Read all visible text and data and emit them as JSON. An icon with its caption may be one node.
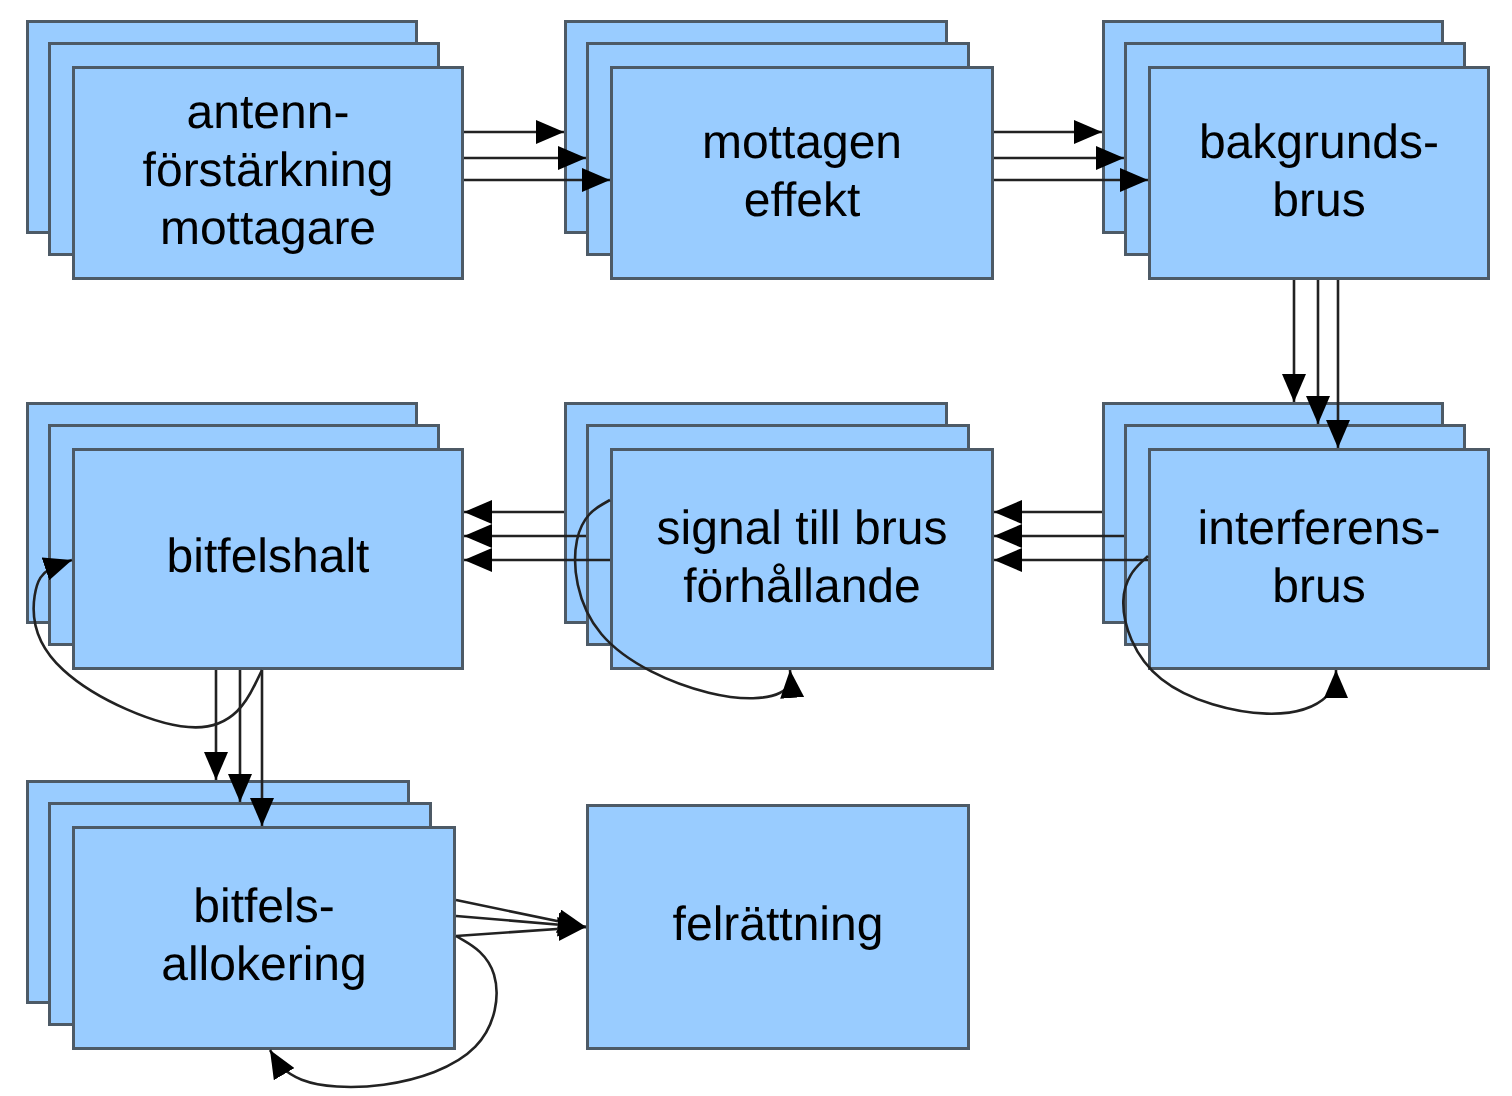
{
  "diagram": {
    "nodes": [
      {
        "text": [
          "antenn- förstärkning mottagare"
        ]
      },
      {
        "text": [
          "mottagen effekt"
        ]
      },
      {
        "text": [
          "bakgrunds- brus"
        ]
      },
      {
        "text": [
          "bitfelshalt"
        ]
      },
      {
        "text": [
          "signal till brus förhållande"
        ]
      },
      {
        "text": [
          "interferens- brus"
        ]
      },
      {
        "text": [
          "bitfels- allokering"
        ]
      },
      {
        "text": [
          "felrättning"
        ]
      }
    ],
    "edges": [
      {
        "from": 0,
        "to": 1,
        "arrow": "to"
      },
      {
        "from": 0,
        "to": 1,
        "arrow": "to"
      },
      {
        "from": 0,
        "to": 1,
        "arrow": "to"
      },
      {
        "from": 1,
        "to": 2,
        "arrow": "to"
      },
      {
        "from": 1,
        "to": 2,
        "arrow": "to"
      },
      {
        "from": 1,
        "to": 2,
        "arrow": "to"
      },
      {
        "from": 2,
        "to": 5,
        "arrow": "to"
      },
      {
        "from": 2,
        "to": 5,
        "arrow": "to"
      },
      {
        "from": 2,
        "to": 5,
        "arrow": "to"
      },
      {
        "from": 5,
        "to": 4,
        "arrow": "to"
      },
      {
        "from": 5,
        "to": 4,
        "arrow": "to"
      },
      {
        "from": 5,
        "to": 4,
        "arrow": "to"
      },
      {
        "from": 5,
        "to": 5,
        "arrow": "to"
      },
      {
        "from": 4,
        "to": 3,
        "arrow": "to"
      },
      {
        "from": 4,
        "to": 3,
        "arrow": "to"
      },
      {
        "from": 4,
        "to": 3,
        "arrow": "to"
      },
      {
        "from": 4,
        "to": 4,
        "arrow": "to"
      },
      {
        "from": 3,
        "to": 3,
        "arrow": "to"
      },
      {
        "from": 3,
        "to": 6,
        "arrow": "to"
      },
      {
        "from": 3,
        "to": 6,
        "arrow": "to"
      },
      {
        "from": 3,
        "to": 6,
        "arrow": "to"
      },
      {
        "from": 6,
        "to": 7,
        "arrow": "to"
      },
      {
        "from": 6,
        "to": 7,
        "arrow": "to"
      },
      {
        "from": 6,
        "to": 7,
        "arrow": "to"
      },
      {
        "from": 6,
        "to": 6,
        "arrow": "to"
      }
    ]
  }
}
